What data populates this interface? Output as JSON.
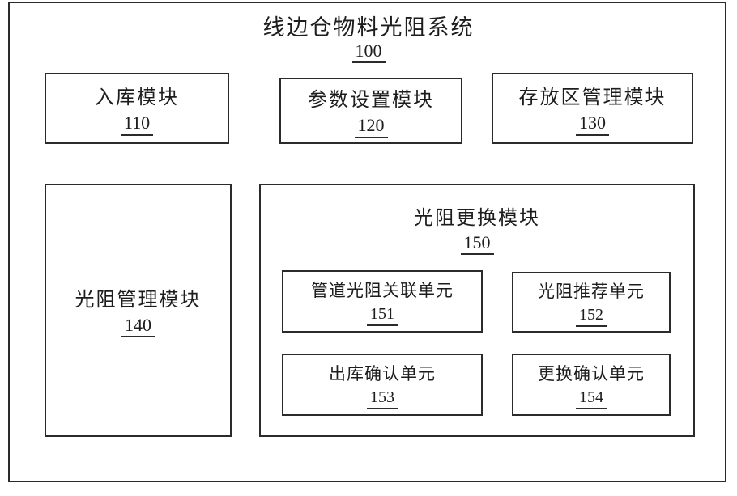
{
  "diagram": {
    "system": {
      "label": "线边仓物料光阻系统",
      "ref": "100"
    },
    "top_modules": [
      {
        "label": "入库模块",
        "ref": "110"
      },
      {
        "label": "参数设置模块",
        "ref": "120"
      },
      {
        "label": "存放区管理模块",
        "ref": "130"
      }
    ],
    "left_module": {
      "label": "光阻管理模块",
      "ref": "140"
    },
    "replace_module": {
      "label": "光阻更换模块",
      "ref": "150",
      "units": [
        {
          "label": "管道光阻关联单元",
          "ref": "151"
        },
        {
          "label": "光阻推荐单元",
          "ref": "152"
        },
        {
          "label": "出库确认单元",
          "ref": "153"
        },
        {
          "label": "更换确认单元",
          "ref": "154"
        }
      ]
    }
  }
}
